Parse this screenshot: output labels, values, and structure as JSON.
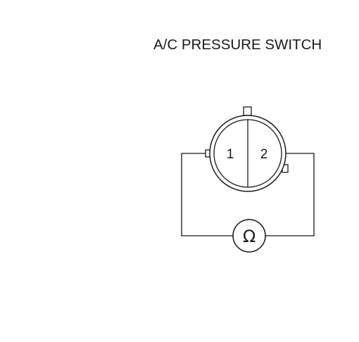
{
  "diagram": {
    "title": "A/C PRESSURE SWITCH",
    "connector": {
      "pins": [
        {
          "label": "1"
        },
        {
          "label": "2"
        }
      ]
    },
    "meter": {
      "symbol": "Ω",
      "icon": "ohmmeter-icon"
    },
    "colors": {
      "stroke": "#1a1a1a",
      "background": "#ffffff"
    }
  }
}
